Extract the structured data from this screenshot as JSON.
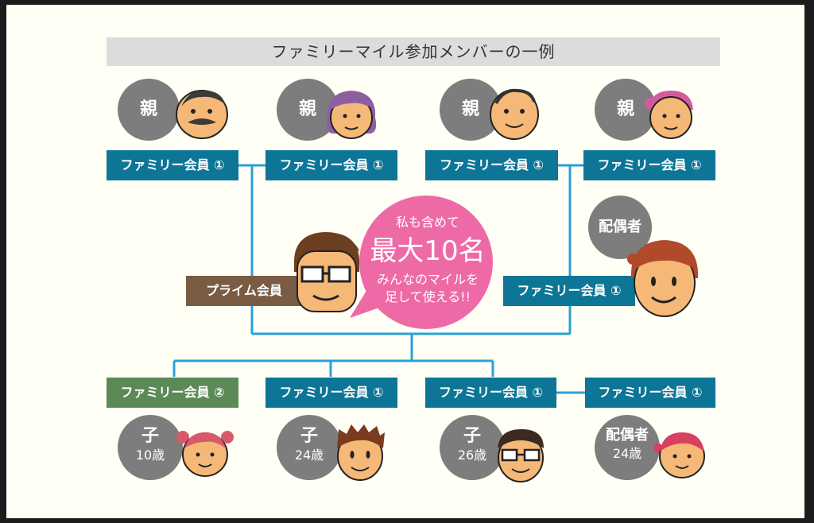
{
  "title": "ファミリーマイル参加メンバーの一例",
  "labels": {
    "parent": "親",
    "spouse": "配偶者",
    "child": "子",
    "family_member_1": "ファミリー会員 ①",
    "family_member_2": "ファミリー会員 ②",
    "prime_member": "プライム会員"
  },
  "children_ages": {
    "c1": "10歳",
    "c2": "24歳",
    "c3": "26歳",
    "c4": "24歳"
  },
  "bubble": {
    "line1": "私も含めて",
    "line2": "最大10名",
    "line3": "みんなのマイルを",
    "line4": "足して使える!!"
  },
  "colors": {
    "family_blue": "#0d7596",
    "family2_green": "#5b8a56",
    "prime_brown": "#7a5b43",
    "connector": "#2aa0d8",
    "bubble_pink": "#ee6aa6",
    "circle_gray": "#7d7d7d",
    "skin": "#f6b877"
  }
}
